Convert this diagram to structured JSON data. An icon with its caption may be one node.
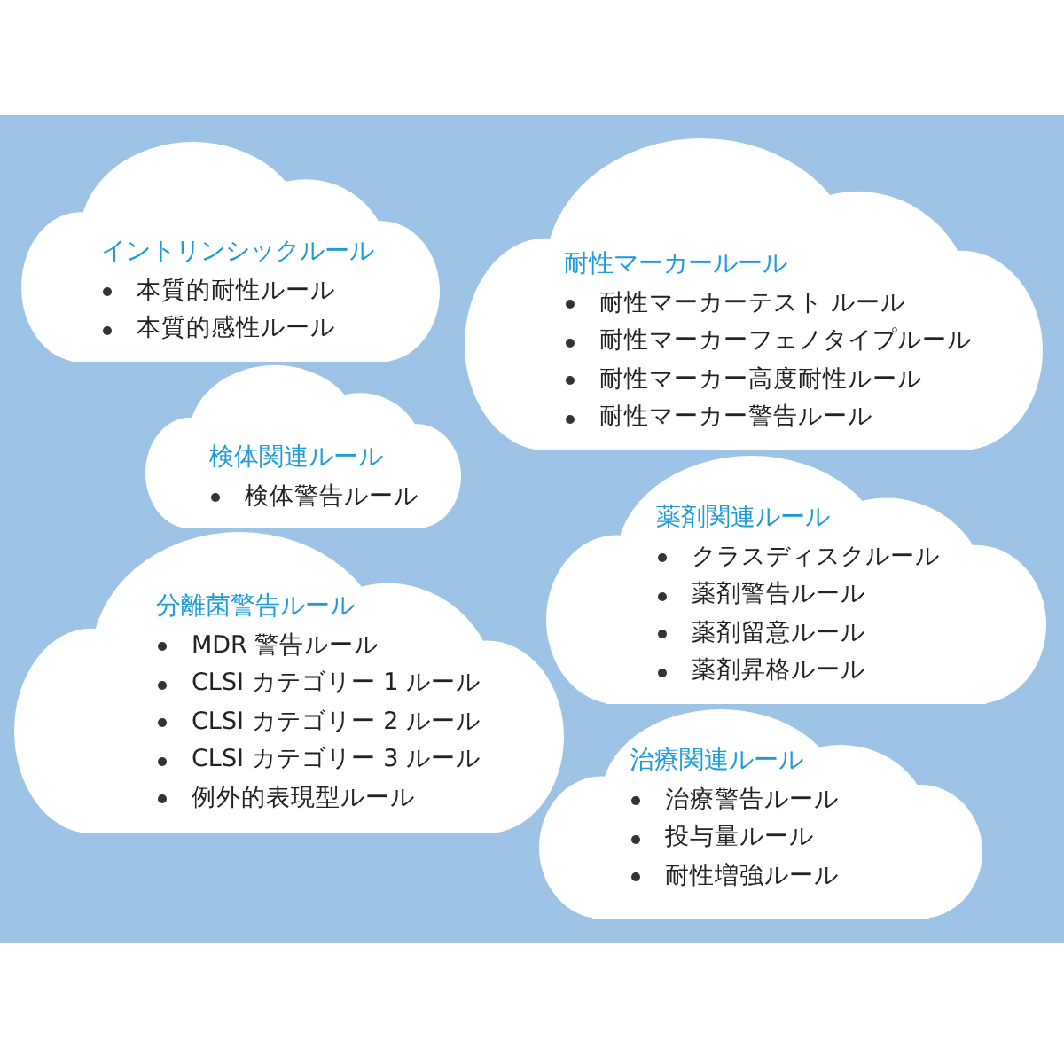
{
  "diagram": {
    "nodes": [
      {
        "text": [
          "イントリンシックルール",
          "本質的耐性ルール",
          "本質的感性ルール"
        ]
      },
      {
        "text": [
          "耐性マーカールール",
          "耐性マーカーテスト ルール",
          "耐性マーカーフェノタイプルール",
          "耐性マーカー高度耐性ルール",
          "耐性マーカー警告ルール"
        ]
      },
      {
        "text": [
          "検体関連ルール",
          "検体警告ルール"
        ]
      },
      {
        "text": [
          "薬剤関連ルール",
          "クラスディスクルール",
          "薬剤警告ルール",
          "薬剤留意ルール",
          "薬剤昇格ルール"
        ]
      },
      {
        "text": [
          "分離菌警告ルール",
          "MDR 警告ルール",
          "CLSI カテゴリー 1 ルール",
          "CLSI カテゴリー 2 ルール",
          "CLSI カテゴリー 3 ルール",
          "例外的表現型ルール"
        ]
      },
      {
        "text": [
          "治療関連ルール",
          "治療警告ルール",
          "投与量ルール",
          "耐性増強ルール"
        ]
      }
    ]
  }
}
